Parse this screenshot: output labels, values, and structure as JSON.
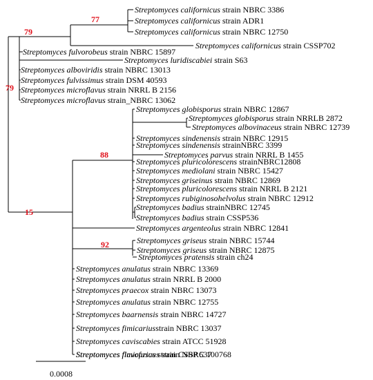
{
  "colors": {
    "bootstrap": "#e0101a",
    "highlight": "#2222cc",
    "line": "#000000",
    "background": "#ffffff"
  },
  "taxa": [
    {
      "species": "Streptomyces californicus",
      "strain": " strain NBRC 3386",
      "highlight": false
    },
    {
      "species": "Streptomyces californicus",
      "strain": " strain ADR1",
      "highlight": true
    },
    {
      "species": "Streptomyces californicus",
      "strain": " strain NBRC 12750",
      "highlight": false
    },
    {
      "species": "Streptomyces californicus",
      "strain": " strain CSSP702",
      "highlight": false
    },
    {
      "species": "Streptomyces fulvorobeus",
      "strain": " strain NBRC 15897",
      "highlight": false
    },
    {
      "species": "Streptomyces luridiscabiei",
      "strain": " strain S63",
      "highlight": false
    },
    {
      "species": "Streptomyces alboviridis",
      "strain": " strain NBRC 13013",
      "highlight": false
    },
    {
      "species": "Streptomyces fulvissimus",
      "strain": " strain DSM 40593",
      "highlight": false
    },
    {
      "species": "Streptomyces microflavus",
      "strain": " strain NRRL B 2156",
      "highlight": false
    },
    {
      "species": "Streptomyces microflavus",
      "strain": " strain_NBRC 13062",
      "highlight": false
    },
    {
      "species": "Streptomyces globisporus",
      "strain": " strain NBRC 12867",
      "highlight": false
    },
    {
      "species": "Streptomyces globisporus",
      "strain": " strain NRRLB 2872",
      "highlight": false
    },
    {
      "species": "Streptomyces albovinaceus",
      "strain": " strain NBRC 12739",
      "highlight": false
    },
    {
      "species": "Streptomyces sindenensis",
      "strain": " strain NBRC 12915",
      "highlight": false
    },
    {
      "species": "Streptomyces sindenensis",
      "strain": " strainNBRC 3399",
      "highlight": false
    },
    {
      "species": "Streptomyces parvus",
      "strain": " strain NRRL B 1455",
      "highlight": false
    },
    {
      "species": "Streptomyces pluricolorescens",
      "strain": " strainNBRC12808",
      "highlight": false
    },
    {
      "species": "Streptomyces mediolani",
      "strain": " strain NBRC 15427",
      "highlight": false
    },
    {
      "species": "Streptomyces griseinus",
      "strain": " strain NBRC 12869",
      "highlight": false
    },
    {
      "species": "Streptomyces pluricolorescens",
      "strain": " strain NRRL B 2121",
      "highlight": false
    },
    {
      "species": "Streptomyces rubiginosohelvolus",
      "strain": " strain NBRC 12912",
      "highlight": false
    },
    {
      "species": "Streptomyces badius",
      "strain": " strainNBRC 12745",
      "highlight": false
    },
    {
      "species": "Streptomyces badius",
      "strain": " strain CSSP536",
      "highlight": false
    },
    {
      "species": "Streptomyces argenteolus",
      "strain": " strain NBRC 12841",
      "highlight": false
    },
    {
      "species": "Streptomyces griseus",
      "strain": " strain NBRC 15744",
      "highlight": false
    },
    {
      "species": "Streptomyces griseus",
      "strain": " strain NBRC 12875",
      "highlight": false
    },
    {
      "species": "Streptomyces pratensis",
      "strain": " strain ch24",
      "highlight": false
    },
    {
      "species": "Streptomyces anulatus",
      "strain": " strain NBRC 13369",
      "highlight": false
    },
    {
      "species": "Streptomyces anulatus",
      "strain": " strain NRRL B 2000",
      "highlight": false
    },
    {
      "species": "Streptomyces praecox",
      "strain": " strain NBRC 13073",
      "highlight": false
    },
    {
      "species": "Streptomyces anulatus",
      "strain": " strain NBRC 12755",
      "highlight": false
    },
    {
      "species": "Streptomyces baarnensis",
      "strain": " strain NBRC 14727",
      "highlight": false
    },
    {
      "species": "Streptomyces fimicarius",
      "strain": "strain NBRC 13037",
      "highlight": false
    },
    {
      "species": "Streptomyces caviscabies",
      "strain": " strain ATCC 51928",
      "highlight": false
    },
    {
      "species": "Streptomyces fimicarius",
      "strain": " strain CSSP 537",
      "highlight": false
    },
    {
      "species": "Streptomyces flavofuscus",
      "strain": " strain NBRC 100768",
      "highlight": false
    }
  ],
  "bootstrap": [
    {
      "id": "b77",
      "value": "77"
    },
    {
      "id": "b79a",
      "value": "79"
    },
    {
      "id": "b79b",
      "value": "79"
    },
    {
      "id": "b88",
      "value": "88"
    },
    {
      "id": "b15",
      "value": "15"
    },
    {
      "id": "b92",
      "value": "92"
    }
  ],
  "scale_bar": {
    "label": "0.0008"
  }
}
